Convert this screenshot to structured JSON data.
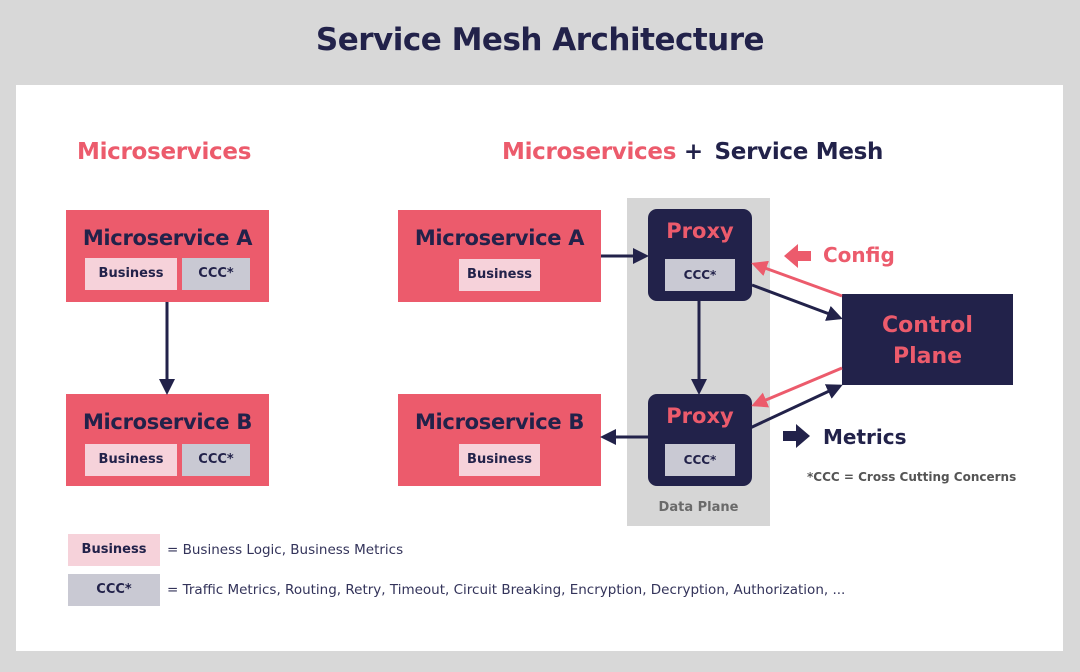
{
  "title": "Service Mesh Architecture",
  "left_section": {
    "heading": "Microservices",
    "service_a": {
      "name": "Microservice A",
      "chips": [
        "Business",
        "CCC*"
      ]
    },
    "service_b": {
      "name": "Microservice B",
      "chips": [
        "Business",
        "CCC*"
      ]
    }
  },
  "right_section": {
    "heading_part1": "Microservices",
    "heading_plus": "+",
    "heading_part2": "Service Mesh",
    "service_a": {
      "name": "Microservice A",
      "chip": "Business"
    },
    "service_b": {
      "name": "Microservice B",
      "chip": "Business"
    },
    "proxy_top": {
      "name": "Proxy",
      "chip": "CCC*"
    },
    "proxy_bottom": {
      "name": "Proxy",
      "chip": "CCC*"
    },
    "data_plane_label": "Data Plane",
    "control_plane": {
      "line1": "Control",
      "line2": "Plane"
    },
    "config_label": "Config",
    "metrics_label": "Metrics",
    "footnote": "*CCC = Cross Cutting Concerns"
  },
  "legend": [
    {
      "chip": "Business",
      "text": "= Business Logic, Business Metrics"
    },
    {
      "chip": "CCC*",
      "text": "= Traffic Metrics, Routing, Retry, Timeout, Circuit Breaking, Encryption, Decryption, Authorization, ..."
    }
  ],
  "colors": {
    "pink": "#ec5b6c",
    "navy": "#22224a",
    "business_chip": "#f6d2da",
    "ccc_chip": "#c9c9d3",
    "data_plane_bg": "#d6d6d6",
    "page_bg": "#d8d8d8"
  }
}
